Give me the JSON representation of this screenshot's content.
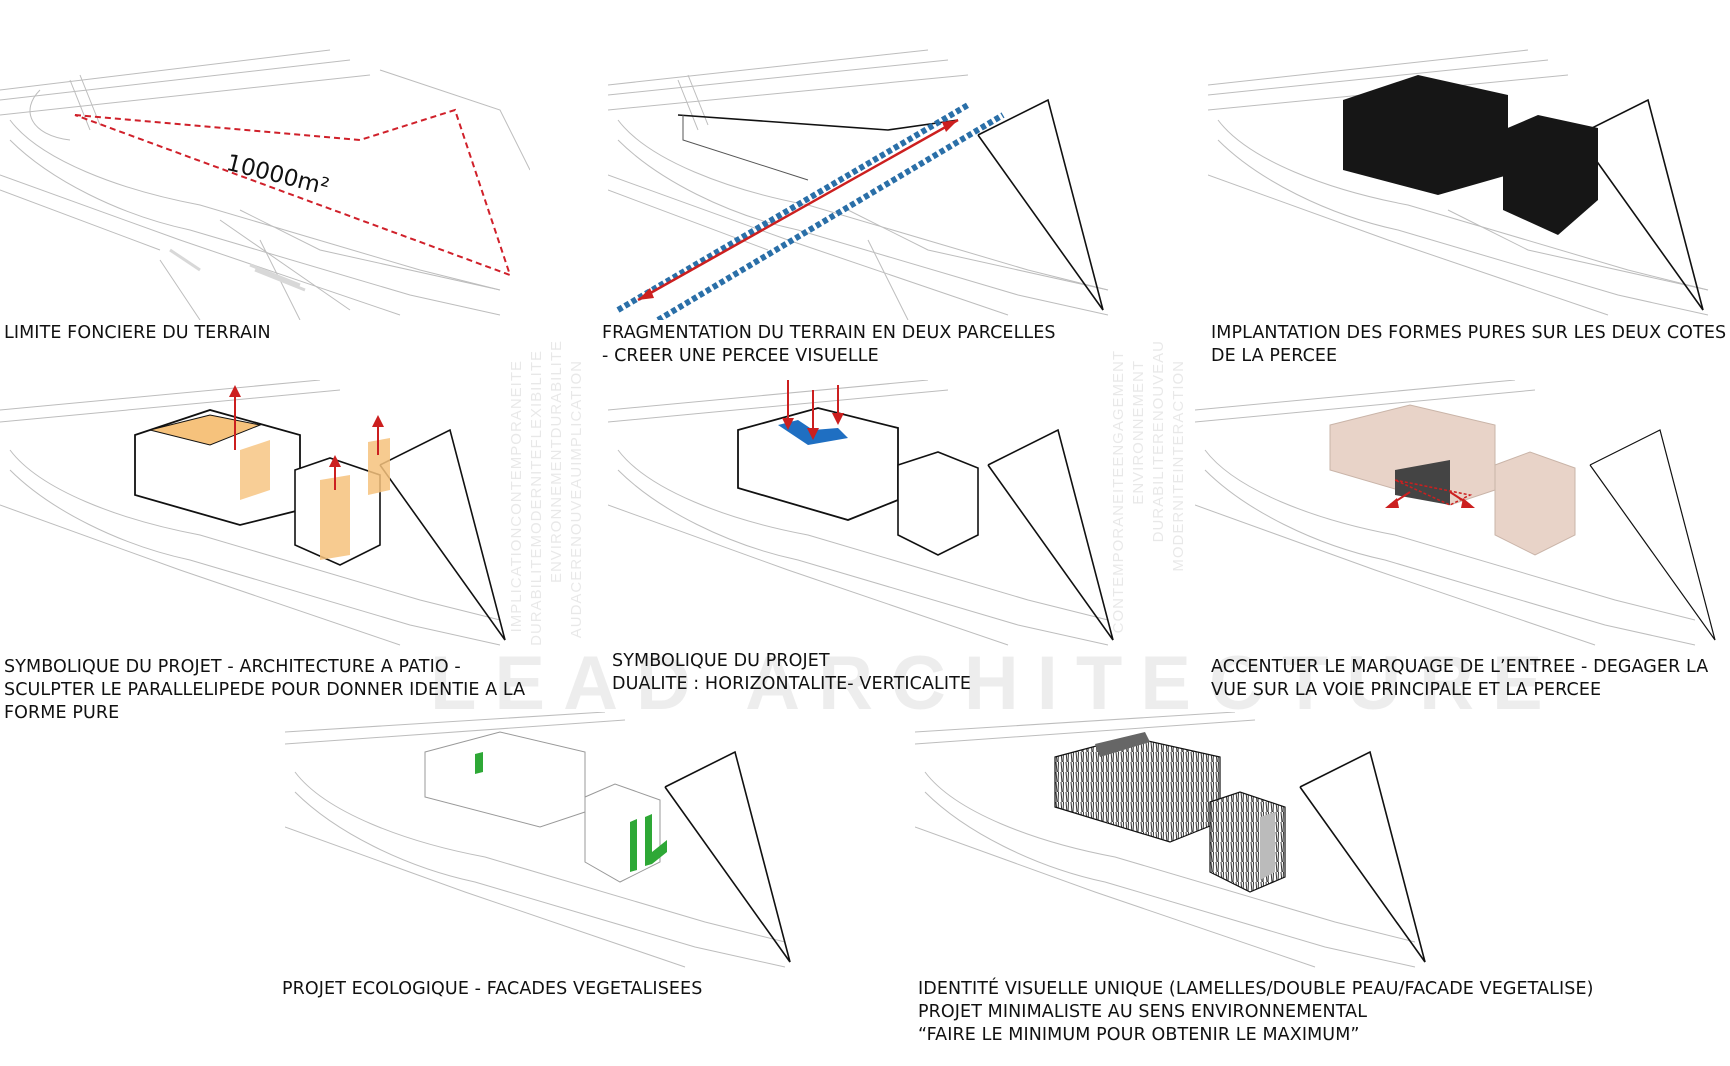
{
  "watermark": "LEAD ARCHITECTURE",
  "area_label": "10000m²",
  "panels": [
    {
      "caption": [
        "LIMITE FONCIERE DU TERRAIN"
      ]
    },
    {
      "caption": [
        "FRAGMENTATION DU TERRAIN EN DEUX PARCELLES",
        "- CREER UNE PERCEE VISUELLE"
      ]
    },
    {
      "caption": [
        "IMPLANTATION DES FORMES PURES  SUR LES DEUX COTES",
        "DE LA PERCEE"
      ]
    },
    {
      "caption": [
        "SYMBOLIQUE DU PROJET - ARCHITECTURE A PATIO -",
        "SCULPTER LE PARALLELIPEDE POUR DONNER IDENTIE A LA",
        "FORME PURE"
      ]
    },
    {
      "caption": [
        "SYMBOLIQUE DU PROJET",
        "DUALITE : HORIZONTALITE- VERTICALITE"
      ]
    },
    {
      "caption": [
        "ACCENTUER LE MARQUAGE  DE L’ENTREE - DEGAGER LA",
        "VUE SUR LA VOIE PRINCIPALE ET LA PERCEE"
      ]
    },
    {
      "caption": [
        "PROJET ECOLOGIQUE - FACADES VEGETALISEES"
      ]
    },
    {
      "caption": [
        "IDENTITÉ VISUELLE UNIQUE (LAMELLES/DOUBLE PEAU/FACADE VEGETALISE)",
        "PROJET MINIMALISTE AU SENS ENVIRONNEMENTAL",
        "“FAIRE LE MINIMUM POUR OBTENIR LE MAXIMUM”"
      ]
    }
  ],
  "background_words": [
    "IMPLICATIONCONTEMPORANEITE",
    "DURABILITEMODERNITEFLEXIBILITE",
    "ENVIRONNEMENTDURABILITE",
    "AUDACERENOUVEAUIMPLICATION",
    "CONTEMPORANEITEENGAGEMENT",
    "ENVIRONNEMENT",
    "DURABILITERENOUVEAU",
    "MODERNITEINTERACTION"
  ],
  "colors": {
    "limit_dashed": "#d0202a",
    "arrow_red": "#cc1f1f",
    "percee_blue": "#2a6fa8",
    "solid_black": "#161616",
    "patio_orange": "#f6c27c",
    "patio_blue": "#1f6fc2",
    "entrance_pink": "#e8d3c8",
    "green_facade": "#2ea836",
    "lamelles": "#333333"
  }
}
